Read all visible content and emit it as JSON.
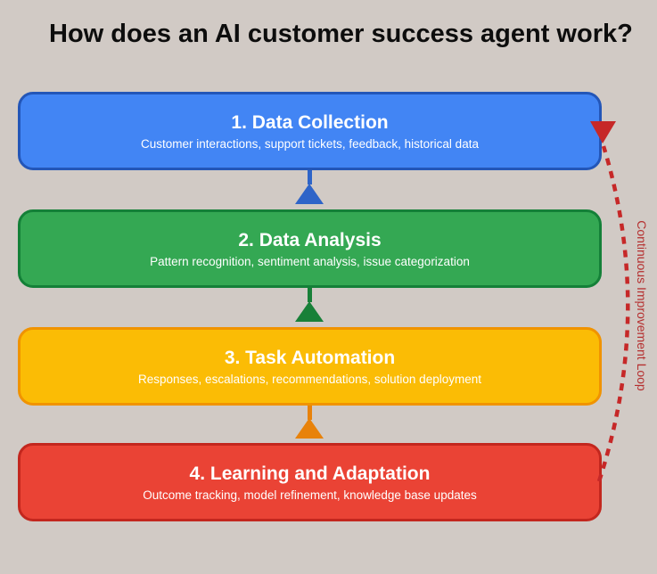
{
  "title": "How does an AI customer success agent work?",
  "diagram": {
    "background": "#D1CAC5",
    "steps": [
      {
        "label": "1. Data Collection",
        "description": "Customer interactions, support tickets, feedback, historical data",
        "fill": "#4285F4",
        "border": "#2356B8",
        "connector": "#2E64C8"
      },
      {
        "label": "2. Data Analysis",
        "description": "Pattern recognition, sentiment analysis, issue categorization",
        "fill": "#34A853",
        "border": "#148038",
        "connector": "#188038"
      },
      {
        "label": "3. Task Automation",
        "description": "Responses, escalations, recommendations, solution deployment",
        "fill": "#FBBC05",
        "border": "#F09300",
        "connector": "#E8820A"
      },
      {
        "label": "4. Learning and Adaptation",
        "description": "Outcome tracking, model refinement, knowledge base updates",
        "fill": "#EA4335",
        "border": "#C3271E",
        "connector": null
      }
    ],
    "loop": {
      "label": "Continuous Improvement Loop",
      "line_color": "#C62828",
      "label_color": "#B52F2F"
    }
  }
}
